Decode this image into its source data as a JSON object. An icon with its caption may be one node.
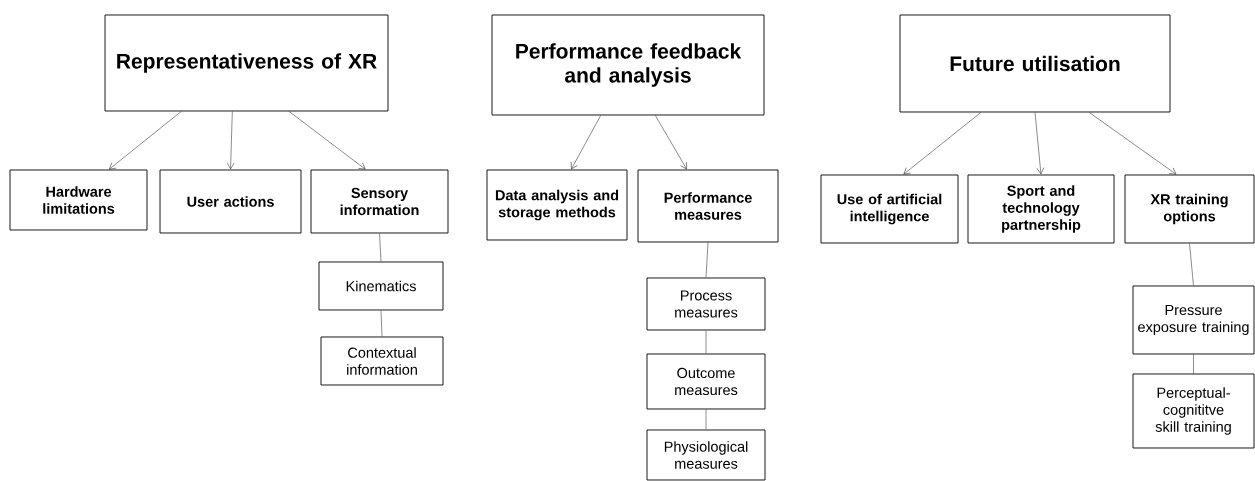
{
  "diagram": {
    "nodes": [
      {
        "text": [
          "Representativeness of XR"
        ]
      },
      {
        "text": [
          "Hardware limitations"
        ]
      },
      {
        "text": [
          "User actions"
        ]
      },
      {
        "text": [
          "Sensory information"
        ]
      },
      {
        "text": [
          "Kinematics"
        ]
      },
      {
        "text": [
          "Contextual information"
        ]
      },
      {
        "text": [
          "Performance feedback and analysis"
        ]
      },
      {
        "text": [
          "Data analysis and storage methods"
        ]
      },
      {
        "text": [
          "Performance measures"
        ]
      },
      {
        "text": [
          "Process measures"
        ]
      },
      {
        "text": [
          "Outcome measures"
        ]
      },
      {
        "text": [
          "Physiological measures"
        ]
      },
      {
        "text": [
          "Future utilisation"
        ]
      },
      {
        "text": [
          "Use of artificial intelligence"
        ]
      },
      {
        "text": [
          "Sport and technology partnership"
        ]
      },
      {
        "text": [
          "XR training options"
        ]
      },
      {
        "text": [
          "Pressure exposure training"
        ]
      },
      {
        "text": [
          "Perceptual-cognititve skill training"
        ]
      }
    ],
    "edges": [
      {
        "from": 0,
        "to": 1,
        "arrow": "to"
      },
      {
        "from": 0,
        "to": 2,
        "arrow": "to"
      },
      {
        "from": 0,
        "to": 3,
        "arrow": "to"
      },
      {
        "from": 3,
        "to": 4,
        "arrow": "none"
      },
      {
        "from": 4,
        "to": 5,
        "arrow": "none"
      },
      {
        "from": 6,
        "to": 7,
        "arrow": "to"
      },
      {
        "from": 6,
        "to": 8,
        "arrow": "to"
      },
      {
        "from": 8,
        "to": 9,
        "arrow": "none"
      },
      {
        "from": 9,
        "to": 10,
        "arrow": "none"
      },
      {
        "from": 10,
        "to": 11,
        "arrow": "none"
      },
      {
        "from": 12,
        "to": 13,
        "arrow": "to"
      },
      {
        "from": 12,
        "to": 14,
        "arrow": "to"
      },
      {
        "from": 12,
        "to": 15,
        "arrow": "to"
      },
      {
        "from": 15,
        "to": 16,
        "arrow": "none"
      },
      {
        "from": 16,
        "to": 17,
        "arrow": "none"
      }
    ]
  }
}
